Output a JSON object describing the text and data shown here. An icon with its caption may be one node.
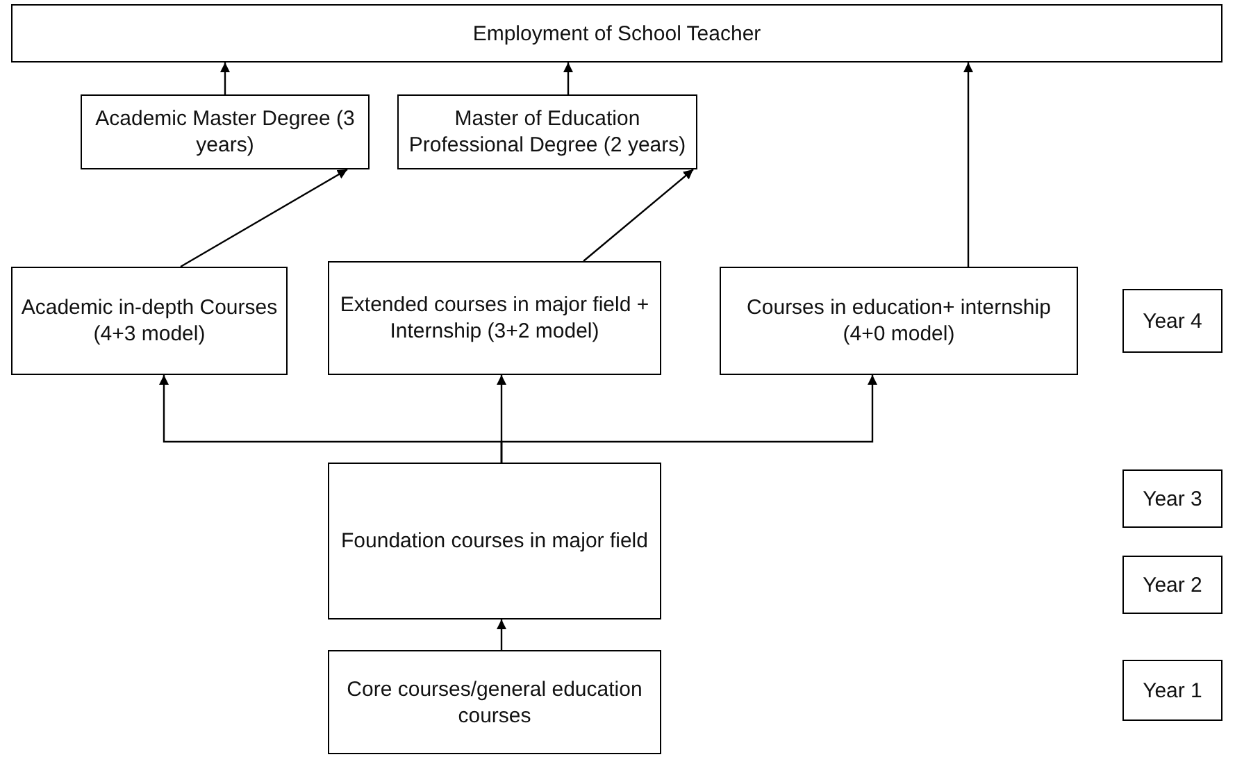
{
  "diagram": {
    "nodes": [
      {
        "text": [
          "Employment of School Teacher"
        ]
      },
      {
        "text": [
          "Academic Master Degree (3 years)"
        ]
      },
      {
        "text": [
          "Master of Education Professional Degree (2 years)"
        ]
      },
      {
        "text": [
          "Academic in-depth Courses (4+3 model)"
        ]
      },
      {
        "text": [
          "Extended courses in major field + Internship (3+2 model)"
        ]
      },
      {
        "text": [
          "Courses in education+ internship (4+0 model)"
        ]
      },
      {
        "text": [
          "Year 4"
        ]
      },
      {
        "text": [
          "Foundation courses in major field"
        ]
      },
      {
        "text": [
          "Year 3"
        ]
      },
      {
        "text": [
          "Year 2"
        ]
      },
      {
        "text": [
          "Core courses/general education courses"
        ]
      },
      {
        "text": [
          "Year 1"
        ]
      }
    ],
    "edges": [
      {
        "from": 10,
        "to": 7,
        "arrow": "to"
      },
      {
        "from": 7,
        "to": 3,
        "arrow": "to"
      },
      {
        "from": 7,
        "to": 4,
        "arrow": "to"
      },
      {
        "from": 7,
        "to": 5,
        "arrow": "to"
      },
      {
        "from": 3,
        "to": 1,
        "arrow": "to"
      },
      {
        "from": 4,
        "to": 2,
        "arrow": "to"
      },
      {
        "from": 1,
        "to": 0,
        "arrow": "to"
      },
      {
        "from": 2,
        "to": 0,
        "arrow": "to"
      },
      {
        "from": 5,
        "to": 0,
        "arrow": "to"
      }
    ]
  }
}
